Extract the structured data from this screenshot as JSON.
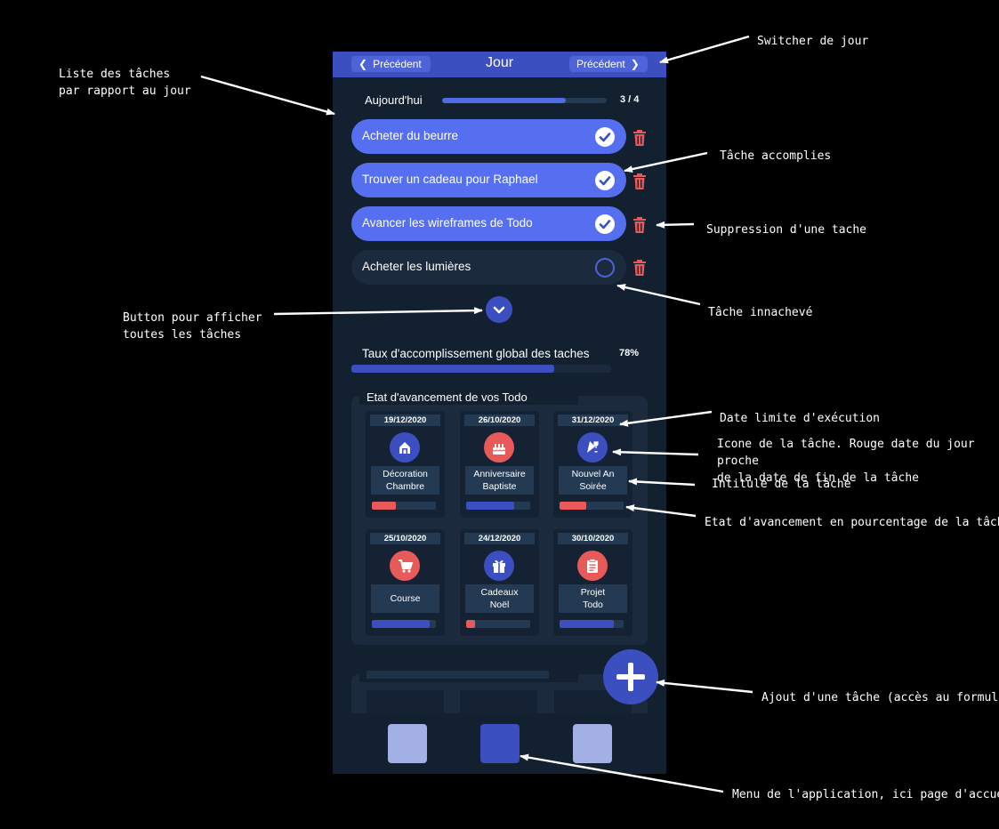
{
  "colors": {
    "accent": "#3b4fc0",
    "done_task": "#566ff0",
    "danger": "#e85a5a",
    "background": "#122030"
  },
  "header": {
    "prev_label": "Précédent",
    "next_label": "Précédent",
    "title": "Jour",
    "prev_icon": "chevron-left-icon",
    "next_icon": "chevron-right-icon"
  },
  "today": {
    "label": "Aujourd'hui",
    "count": "3 / 4",
    "progress": 0.75
  },
  "tasks": [
    {
      "label": "Acheter du beurre",
      "done": true
    },
    {
      "label": "Trouver un cadeau pour Raphael",
      "done": true
    },
    {
      "label": "Avancer les wireframes de Todo",
      "done": true
    },
    {
      "label": "Acheter les lumières",
      "done": false
    }
  ],
  "global": {
    "label": "Taux d'accomplissement global des taches",
    "percent": "78%",
    "progress": 0.78
  },
  "todos": {
    "title": "Etat d'avancement de vos Todo",
    "cards": [
      {
        "date": "19/12/2020",
        "name": "Décoration\nChambre",
        "icon": "house-icon",
        "icon_color": "blue",
        "progress": 0.38,
        "bar_color": "red"
      },
      {
        "date": "26/10/2020",
        "name": "Anniversaire\nBaptiste",
        "icon": "cake-icon",
        "icon_color": "red",
        "progress": 0.75,
        "bar_color": "blue"
      },
      {
        "date": "31/12/2020",
        "name": "Nouvel An\nSoirée",
        "icon": "party-icon",
        "icon_color": "blue",
        "progress": 0.42,
        "bar_color": "red"
      },
      {
        "date": "25/10/2020",
        "name": "Course",
        "icon": "cart-icon",
        "icon_color": "red",
        "progress": 0.9,
        "bar_color": "blue"
      },
      {
        "date": "24/12/2020",
        "name": "Cadeaux\nNoël",
        "icon": "gift-icon",
        "icon_color": "blue",
        "progress": 0.14,
        "bar_color": "red"
      },
      {
        "date": "30/10/2020",
        "name": "Projet\nTodo",
        "icon": "clipboard-icon",
        "icon_color": "red",
        "progress": 0.85,
        "bar_color": "blue"
      }
    ]
  },
  "menu": [
    {
      "icon": "menu-item-left",
      "active": false
    },
    {
      "icon": "menu-item-home",
      "active": true
    },
    {
      "icon": "menu-item-right",
      "active": false
    }
  ],
  "annotations": {
    "list": "Liste des tâches\npar rapport au jour",
    "switch": "Switcher de jour",
    "done": "Tâche accomplies",
    "delete": "Suppression d'une tache",
    "undone": "Tâche innachevé",
    "expand": "Button pour afficher\ntoutes les tâches",
    "deadline": "Date limite d'exécution",
    "icon": "Icone de la tâche. Rouge date du jour proche\nde la date de fin de la tâche",
    "title": "Intitulé de la tâche",
    "progress": "Etat d'avancement en pourcentage de la tâche",
    "add": "Ajout d'une tâche (accès au formulaire",
    "menu": "Menu de l'application, ici page d'accueil"
  }
}
